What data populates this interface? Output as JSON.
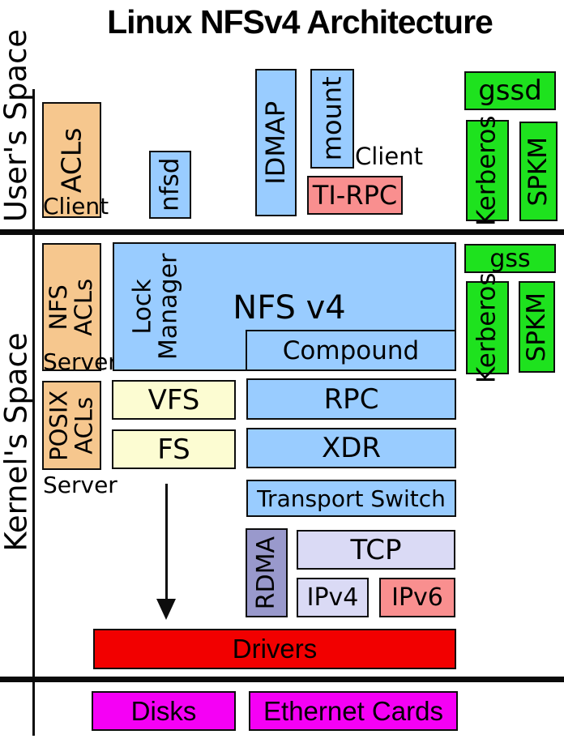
{
  "title": "Linux NFSv4 Architecture",
  "sidebar_labels": {
    "user_space": "User's Space",
    "kernel_space": "Kernel's Space"
  },
  "user_space": {
    "acls_label": "ACLs",
    "acls_sublabel": "Client",
    "nfsd": "nfsd",
    "idmap": "IDMAP",
    "mount": "mount",
    "client": "Client",
    "ti_rpc": "TI-RPC",
    "gssd": "gssd",
    "kerberos": "Kerberos",
    "spkm": "SPKM"
  },
  "kernel_space": {
    "nfs_acls_label": "NFS\nACLs",
    "nfs_acls_sublabel": "Server",
    "lock_manager": "Lock\nManager",
    "nfs_v4": "NFS v4",
    "compound": "Compound",
    "gss": "gss",
    "kerberos": "Kerberos",
    "spkm": "SPKM",
    "posix_acls_label": "POSIX\nACLs",
    "posix_acls_sublabel": "Server",
    "vfs": "VFS",
    "fs": "FS",
    "rpc": "RPC",
    "xdr": "XDR",
    "transport_switch": "Transport Switch",
    "rdma": "RDMA",
    "tcp": "TCP",
    "ipv4": "IPv4",
    "ipv6": "IPv6",
    "drivers": "Drivers"
  },
  "hardware": {
    "disks": "Disks",
    "ethernet_cards": "Ethernet Cards"
  },
  "colors": {
    "box_blue": "#99ccff",
    "box_orange": "#f6c78e",
    "box_green": "#1ee21e",
    "box_yellow": "#fcfcd2",
    "box_lavender": "#dadaf5",
    "box_purple": "#9999cc",
    "box_salmon": "#f98f8f",
    "box_red": "#f20000",
    "box_magenta": "#f500f5"
  }
}
